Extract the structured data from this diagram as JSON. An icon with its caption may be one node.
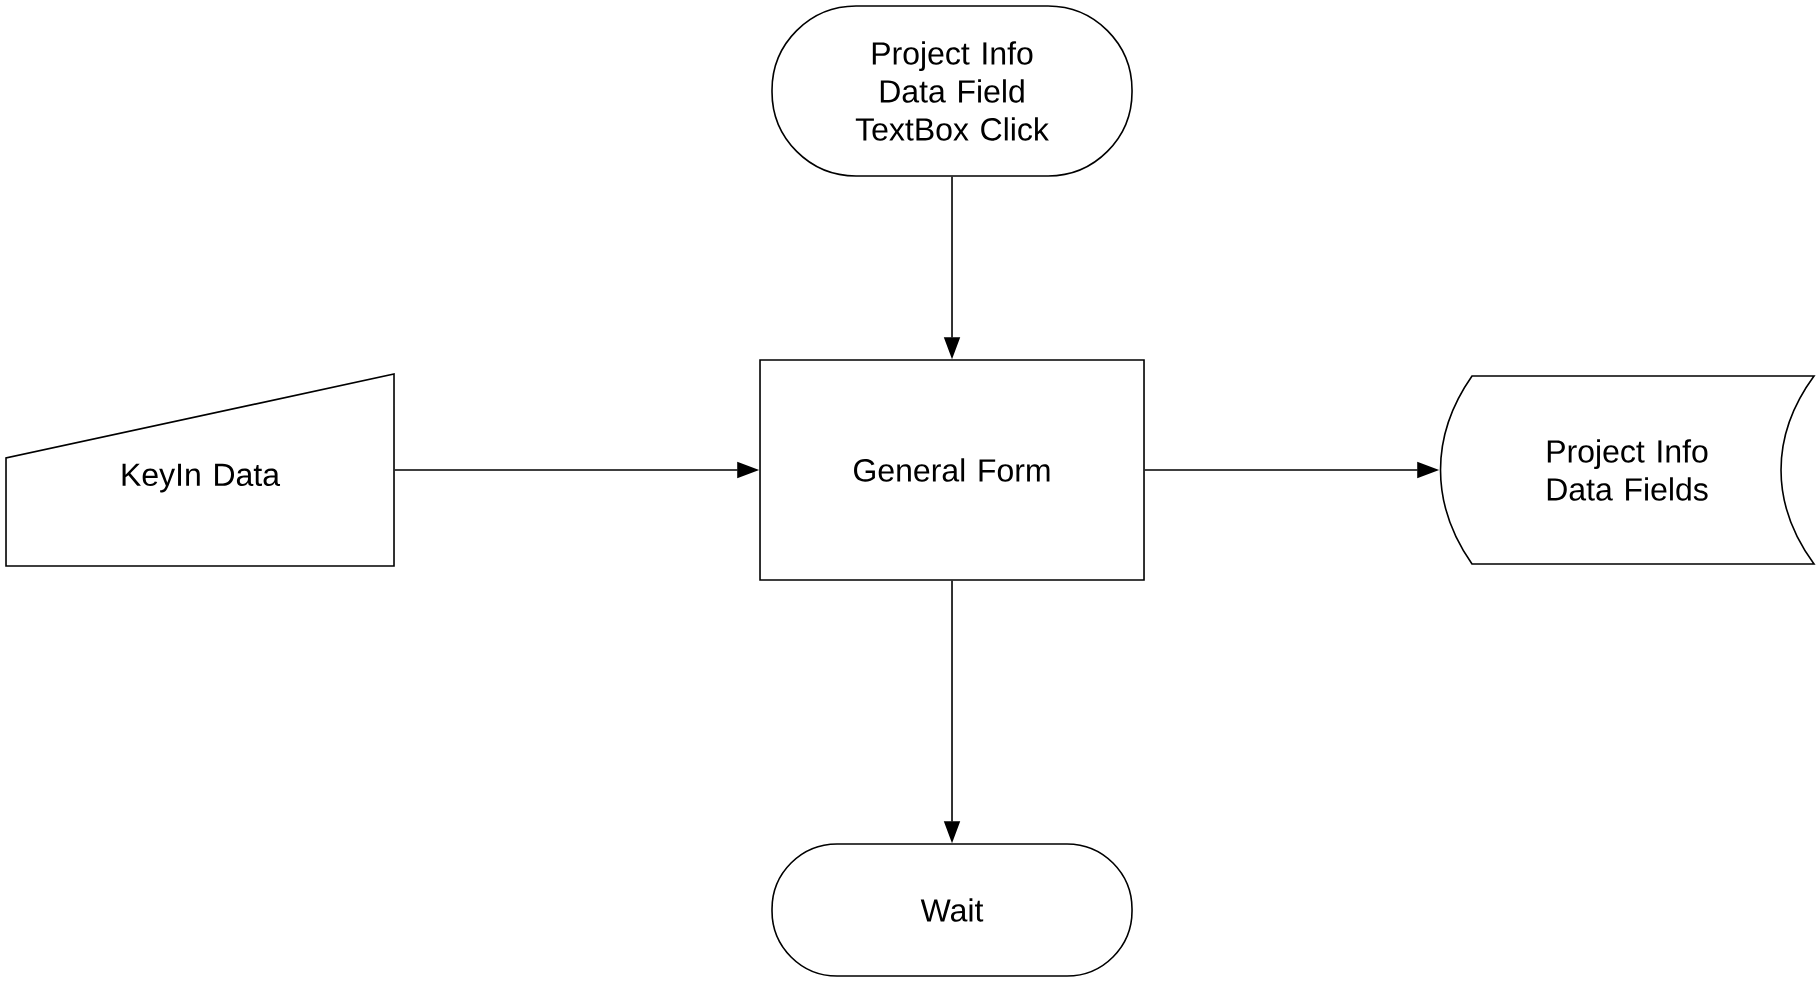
{
  "diagram": {
    "nodes": [
      {
        "text": [
          "Project Info Data Field TextBox Click"
        ]
      },
      {
        "text": [
          "KeyIn Data"
        ]
      },
      {
        "text": [
          "General Form"
        ]
      },
      {
        "text": [
          "Project Info Data Fields"
        ]
      },
      {
        "text": [
          "Wait"
        ]
      }
    ],
    "edges": [
      {
        "from": 0,
        "to": 2,
        "arrow": "to"
      },
      {
        "from": 1,
        "to": 2,
        "arrow": "to"
      },
      {
        "from": 2,
        "to": 3,
        "arrow": "to"
      },
      {
        "from": 2,
        "to": 4,
        "arrow": "to"
      }
    ]
  }
}
